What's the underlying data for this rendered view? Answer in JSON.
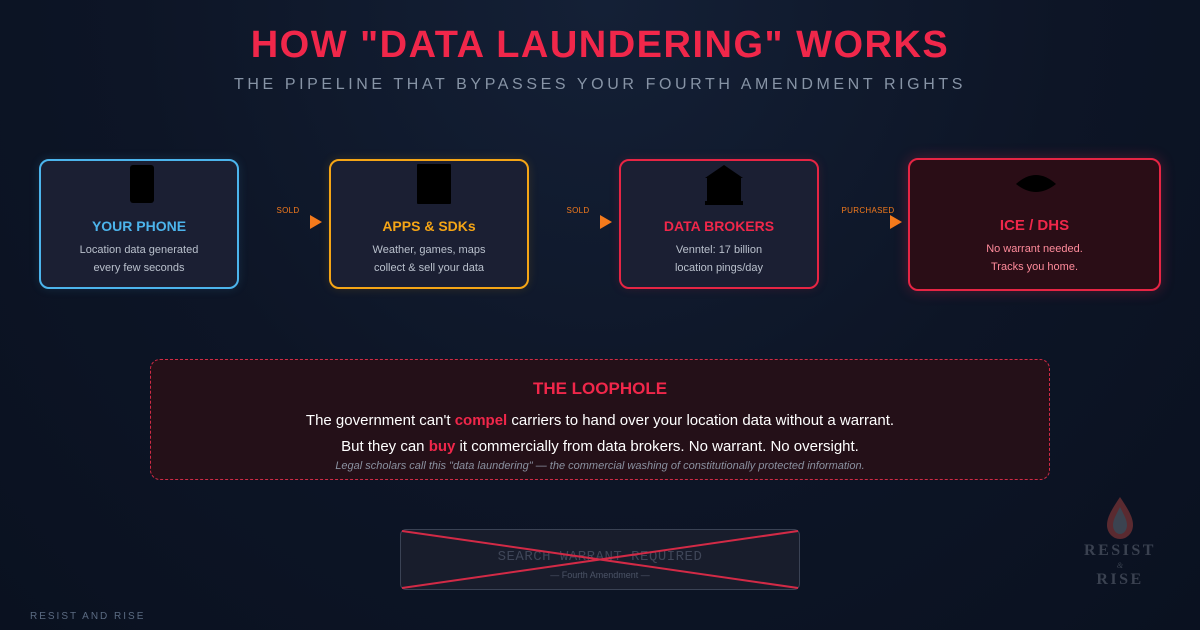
{
  "header": {
    "title": "HOW \"DATA LAUNDERING\" WORKS",
    "subtitle": "THE PIPELINE THAT BYPASSES YOUR FOURTH AMENDMENT RIGHTS"
  },
  "pipeline": [
    {
      "name": "YOUR PHONE",
      "desc1": "Location data generated",
      "desc2": "every few seconds",
      "icon": "phone-icon",
      "color": "#4cb4ec"
    },
    {
      "name": "APPS & SDKs",
      "desc1": "Weather, games, maps",
      "desc2": "collect & sell your data",
      "icon": "apps-icon",
      "color": "#f5a516"
    },
    {
      "name": "DATA BROKERS",
      "desc1": "Venntel: 17 billion",
      "desc2": "location pings/day",
      "icon": "building-icon",
      "color": "#e62544"
    },
    {
      "name": "ICE / DHS",
      "desc1": "No warrant needed.",
      "desc2": "Tracks you home.",
      "icon": "eye-icon",
      "color": "#e62544"
    }
  ],
  "connectors": [
    "SOLD",
    "SOLD",
    "PURCHASED"
  ],
  "loophole": {
    "title": "THE LOOPHOLE",
    "line1_pre": "The government can't ",
    "line1_em": "compel",
    "line1_post": " carriers to hand over your location data without a warrant.",
    "line2_pre": "But they can ",
    "line2_em": "buy",
    "line2_post": " it commercially from data brokers. No warrant. No oversight.",
    "note": "Legal scholars call this \"data laundering\" — the commercial washing of constitutionally protected information."
  },
  "warrant": {
    "text": "SEARCH WARRANT REQUIRED",
    "sub": "— Fourth Amendment —",
    "crossed_out": true
  },
  "footer": {
    "label": "RESIST AND RISE"
  },
  "brand": {
    "line1": "RESIST",
    "amp": "&",
    "line2": "RISE"
  },
  "colors": {
    "accent_red": "#f0274a",
    "accent_orange": "#f47a1c",
    "accent_blue": "#4cb4ec",
    "accent_amber": "#f5a516",
    "background": "#0d1526"
  }
}
